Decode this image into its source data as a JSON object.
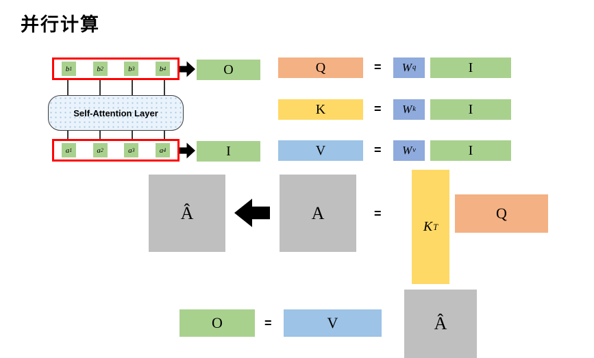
{
  "title": "并行计算",
  "colors": {
    "green": "#A9D18E",
    "orange": "#F4B183",
    "yellow": "#FFD966",
    "blue": "#9DC3E6",
    "weight_blue": "#8FAADC",
    "gray": "#BFBFBF",
    "red_frame": "#FF0000",
    "layer_fill": "#EAF3FB"
  },
  "diagram": {
    "layer_label": "Self-Attention Layer",
    "outputs": [
      {
        "base": "b",
        "sup": "1"
      },
      {
        "base": "b",
        "sup": "2"
      },
      {
        "base": "b",
        "sup": "3"
      },
      {
        "base": "b",
        "sup": "4"
      }
    ],
    "inputs": [
      {
        "base": "a",
        "sup": "1"
      },
      {
        "base": "a",
        "sup": "2"
      },
      {
        "base": "a",
        "sup": "3"
      },
      {
        "base": "a",
        "sup": "4"
      }
    ],
    "output_matrix": "O",
    "input_matrix": "I"
  },
  "equations": {
    "rows": [
      {
        "lhs": "Q",
        "eq": "=",
        "w_base": "W",
        "w_sup": "q",
        "rhs": "I"
      },
      {
        "lhs": "K",
        "eq": "=",
        "w_base": "W",
        "w_sup": "k",
        "rhs": "I"
      },
      {
        "lhs": "V",
        "eq": "=",
        "w_base": "W",
        "w_sup": "v",
        "rhs": "I"
      }
    ],
    "attention": {
      "a_hat": "Â",
      "a": "A",
      "eq": "=",
      "kt_base": "K",
      "kt_sup": "T",
      "q": "Q"
    },
    "output": {
      "o": "O",
      "eq": "=",
      "v": "V",
      "a_hat": "Â"
    }
  }
}
